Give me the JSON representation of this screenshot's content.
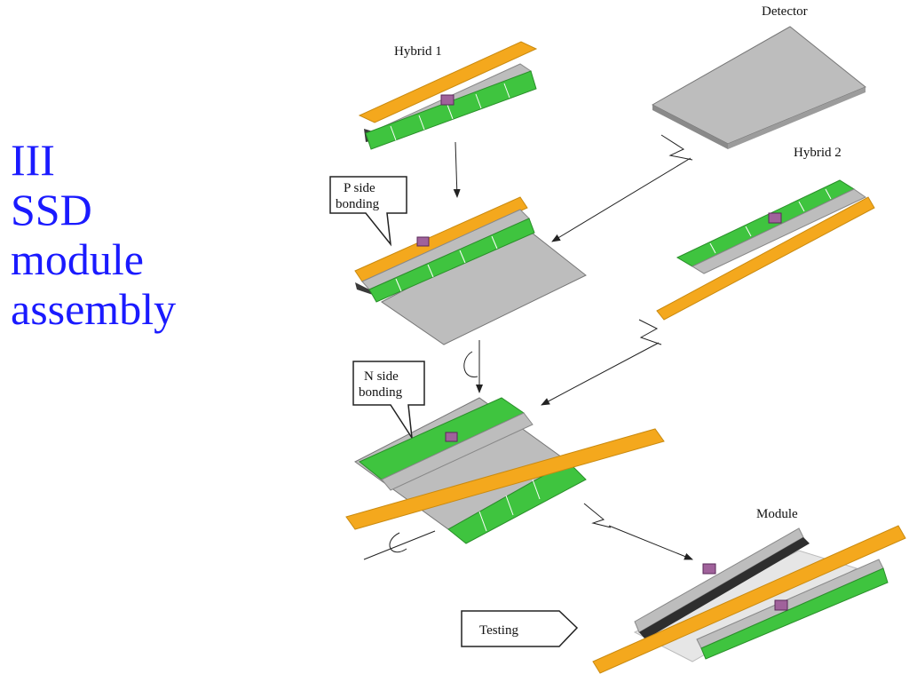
{
  "title": {
    "line1": "III",
    "line2": "SSD",
    "line3": "module",
    "line4": "assembly"
  },
  "diagram": {
    "labels": {
      "detector": "Detector",
      "hybrid1": "Hybrid 1",
      "hybrid2": "Hybrid 2",
      "module": "Module",
      "p_side_line1": "P side",
      "p_side_line2": "bonding",
      "n_side_line1": "N side",
      "n_side_line2": "bonding",
      "testing": "Testing"
    },
    "colors": {
      "kapton": "#f4a81d",
      "kapton_dark": "#c98a10",
      "hybrid_green": "#3fc43f",
      "hybrid_green_dark": "#2a8f2a",
      "silicon": "#bdbdbd",
      "silicon_dark": "#7a7a7a",
      "chip": "#a0629b",
      "title_blue": "#1a1aff"
    }
  }
}
